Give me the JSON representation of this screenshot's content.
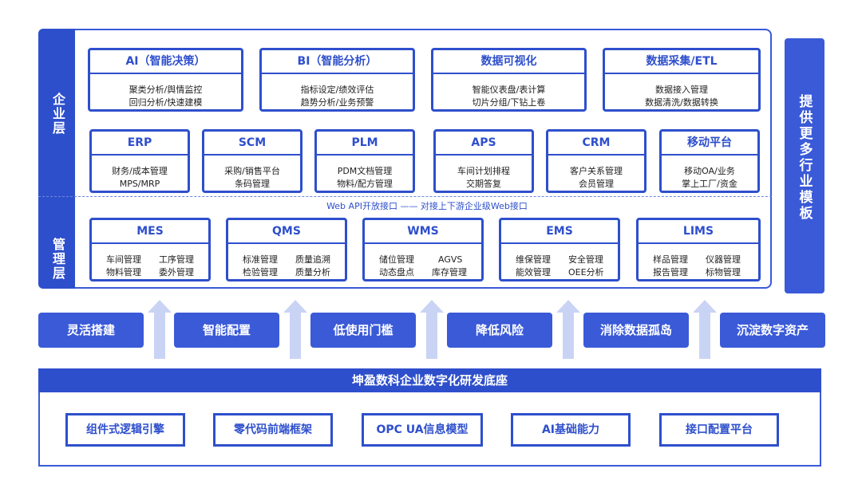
{
  "layers": {
    "enterprise": "企业层",
    "management": "管理层"
  },
  "api_note": "Web API开放接口 —— 对接上下游企业级Web接口",
  "right_bar": "提供更多行业模板",
  "row1": [
    {
      "title": "AI（智能决策）",
      "lines": [
        "聚类分析/舆情监控",
        "回归分析/快速建模"
      ]
    },
    {
      "title": "BI（智能分析）",
      "lines": [
        "指标设定/绩效评估",
        "趋势分析/业务预警"
      ]
    },
    {
      "title": "数据可视化",
      "lines": [
        "智能仪表盘/表计算",
        "切片分组/下钻上卷"
      ]
    },
    {
      "title": "数据采集/ETL",
      "lines": [
        "数据接入管理",
        "数据清洗/数据转换"
      ]
    }
  ],
  "row2": [
    {
      "title": "ERP",
      "lines": [
        "财务/成本管理",
        "MPS/MRP"
      ]
    },
    {
      "title": "SCM",
      "lines": [
        "采购/销售平台",
        "条码管理"
      ]
    },
    {
      "title": "PLM",
      "lines": [
        "PDM文档管理",
        "物料/配方管理"
      ]
    },
    {
      "title": "APS",
      "lines": [
        "车间计划排程",
        "交期答复"
      ]
    },
    {
      "title": "CRM",
      "lines": [
        "客户关系管理",
        "会员管理"
      ]
    },
    {
      "title": "移动平台",
      "lines": [
        "移动OA/业务",
        "掌上工厂/资金"
      ]
    }
  ],
  "row3": [
    {
      "title": "MES",
      "items": [
        "车间管理",
        "工序管理",
        "物料管理",
        "委外管理"
      ]
    },
    {
      "title": "QMS",
      "items": [
        "标准管理",
        "质量追溯",
        "检验管理",
        "质量分析"
      ]
    },
    {
      "title": "WMS",
      "items": [
        "储位管理",
        "AGVS",
        "动态盘点",
        "库存管理"
      ]
    },
    {
      "title": "EMS",
      "items": [
        "维保管理",
        "安全管理",
        "能效管理",
        "OEE分析"
      ]
    },
    {
      "title": "LIMS",
      "items": [
        "样品管理",
        "仪器管理",
        "报告管理",
        "标物管理"
      ]
    }
  ],
  "benefits": [
    "灵活搭建",
    "智能配置",
    "低使用门槛",
    "降低风险",
    "消除数据孤岛",
    "沉淀数字资产"
  ],
  "platform": "坤盈数科企业数字化研发底座",
  "base": [
    "组件式逻辑引擎",
    "零代码前端框架",
    "OPC UA信息模型",
    "AI基础能力",
    "接口配置平台"
  ],
  "colors": {
    "primary": "#2e4fcc",
    "light": "#3a5ad8",
    "arrow": "#c9d4f5"
  }
}
